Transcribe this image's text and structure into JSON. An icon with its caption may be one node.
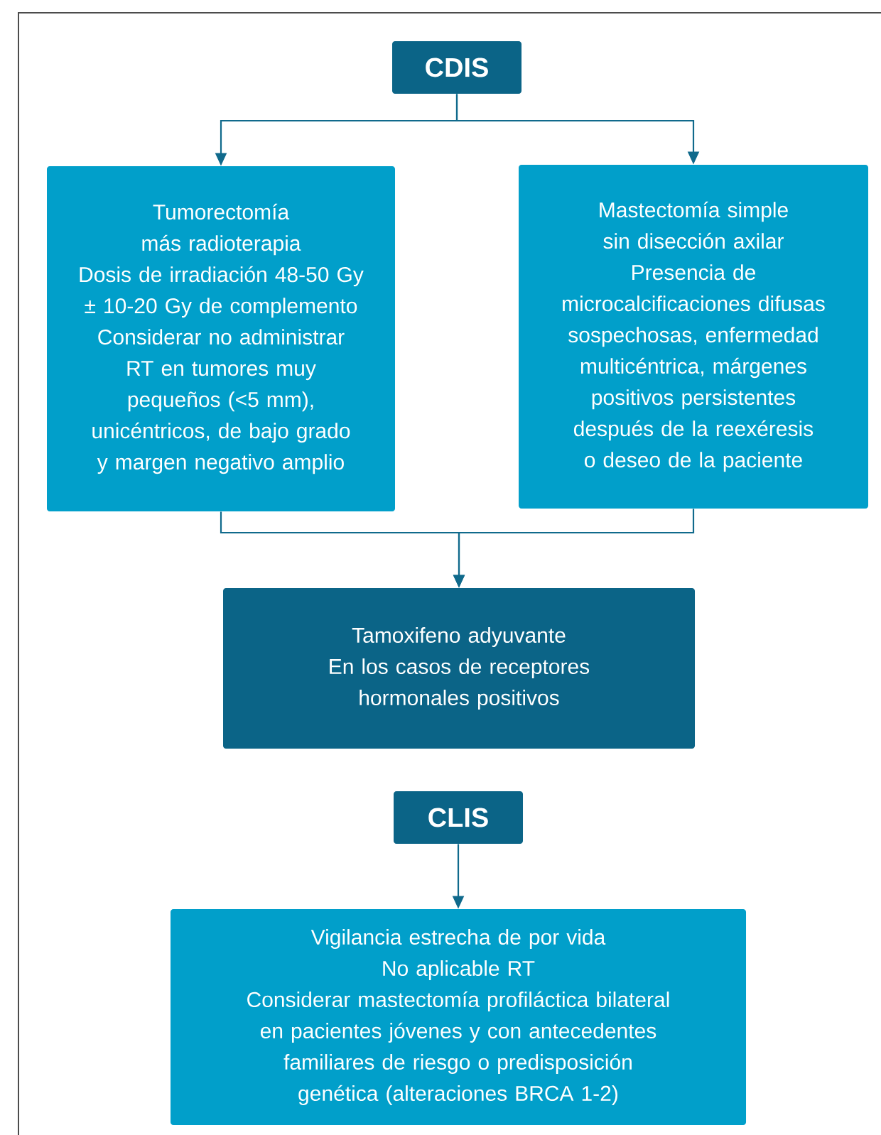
{
  "diagram": {
    "nodes": [
      {
        "text": [
          "CDIS"
        ]
      },
      {
        "text": [
          "Tumorectomía más radioterapia",
          "Dosis de irradiación 48-50 Gy ± 10-20 Gy de complemento",
          "Considerar no administrar RT en tumores muy pequeños (<5 mm), unicéntricos, de bajo grado y margen negativo amplio"
        ]
      },
      {
        "text": [
          "Mastectomía simple sin disección axilar",
          "Presencia de microcalcificaciones difusas sospechosas, enfermedad multicéntrica, márgenes positivos persistentes después de la reexéresis o deseo de la paciente"
        ]
      },
      {
        "text": [
          "Tamoxifeno adyuvante",
          "En los casos de receptores hormonales positivos"
        ]
      },
      {
        "text": [
          "CLIS"
        ]
      },
      {
        "text": [
          "Vigilancia estrecha de por vida",
          "No aplicable RT",
          "Considerar mastectomía profiláctica bilateral en pacientes jóvenes y con antecedentes familiares de riesgo o predisposición genética (alteraciones BRCA 1-2)"
        ]
      }
    ],
    "edges": [
      {
        "from": 0,
        "to": 1,
        "arrow": "to"
      },
      {
        "from": 0,
        "to": 2,
        "arrow": "to"
      },
      {
        "from": 1,
        "to": 3,
        "arrow": "to"
      },
      {
        "from": 2,
        "to": 3,
        "arrow": "to"
      },
      {
        "from": 4,
        "to": 5,
        "arrow": "to"
      }
    ]
  }
}
